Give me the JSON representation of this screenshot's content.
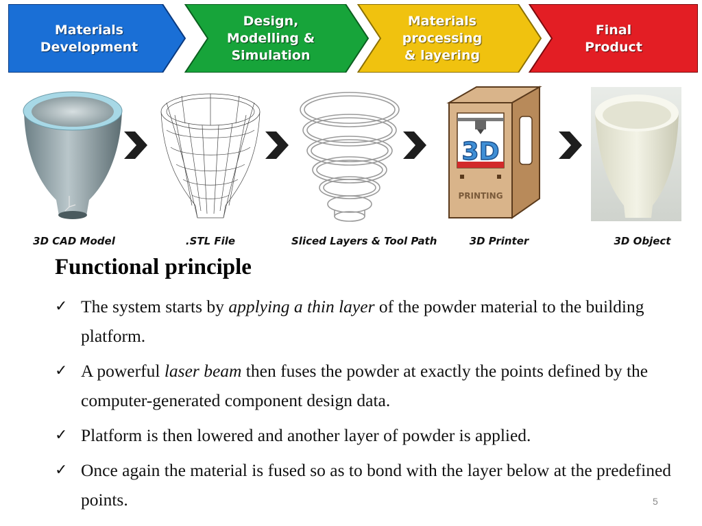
{
  "banner": {
    "steps": [
      {
        "lines": [
          "Materials",
          "Development"
        ],
        "color": "#1a6fd6"
      },
      {
        "lines": [
          "Design,",
          "Modelling &",
          "Simulation"
        ],
        "color": "#17a43a"
      },
      {
        "lines": [
          "Materials",
          "processing",
          "& layering"
        ],
        "color": "#f0c20f"
      },
      {
        "lines": [
          "Final",
          "Product"
        ],
        "color": "#e31e24"
      }
    ]
  },
  "process": {
    "captions": [
      "3D CAD Model",
      ".STL File",
      "Sliced Layers & Tool Path",
      "3D Printer",
      "3D Object"
    ],
    "printer_logo": "3D",
    "printer_sign": "PRINTING"
  },
  "content": {
    "heading": "Functional principle",
    "bullets": [
      {
        "before": "The system starts by ",
        "em": "applying a thin layer",
        "after": " of the powder material to the building platform."
      },
      {
        "before": "A powerful ",
        "em": "laser beam",
        "after": " then fuses the powder at exactly the points defined by the computer-generated component design data."
      },
      {
        "before": "Platform is then lowered and another layer of powder is applied.",
        "em": "",
        "after": ""
      },
      {
        "before": "Once again the material is fused so as to bond with the layer below at the predefined points.",
        "em": "",
        "after": ""
      }
    ],
    "check_glyph": "✓"
  },
  "page_number": "5"
}
